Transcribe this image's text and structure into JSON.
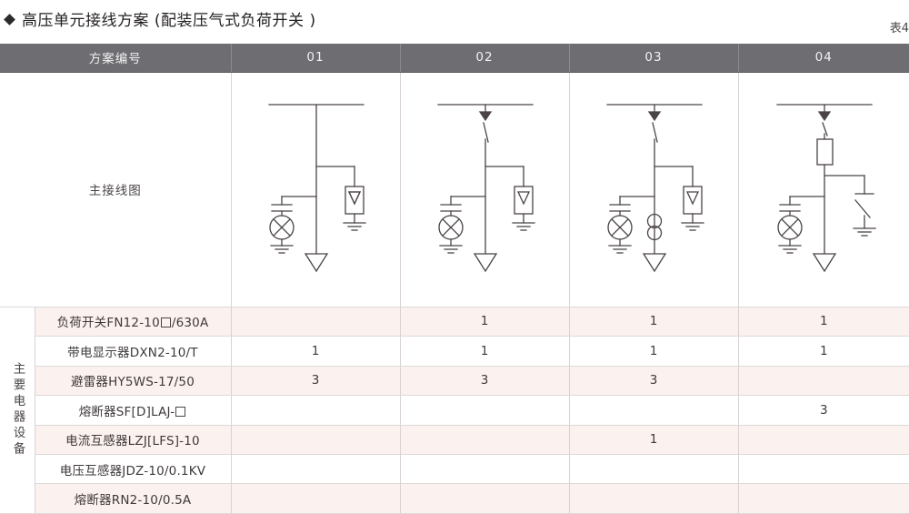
{
  "header": {
    "title": "高压单元接线方案 (配装压气式负荷开关 )",
    "table_number": "表4",
    "bullet_icon": "diamond-icon"
  },
  "table": {
    "scheme_label": "方案编号",
    "schemes": [
      "01",
      "02",
      "03",
      "04"
    ],
    "diagram_row_label": "主接线图",
    "equipment_group_label": "主要电器设备",
    "equipment": [
      {
        "name_prefix": "负荷开关FN12-10",
        "name_suffix": "/630A",
        "has_box": true,
        "qty": [
          "",
          "1",
          "1",
          "1"
        ]
      },
      {
        "name_prefix": "带电显示器DXN2-10/T",
        "name_suffix": "",
        "has_box": false,
        "qty": [
          "1",
          "1",
          "1",
          "1"
        ]
      },
      {
        "name_prefix": "避雷器HY5WS-17/50",
        "name_suffix": "",
        "has_box": false,
        "qty": [
          "3",
          "3",
          "3",
          ""
        ]
      },
      {
        "name_prefix": "熔断器SF[D]LAJ-",
        "name_suffix": "",
        "has_box": true,
        "qty": [
          "",
          "",
          "",
          "3"
        ]
      },
      {
        "name_prefix": "电流互感器LZJ[LFS]-10",
        "name_suffix": "",
        "has_box": false,
        "qty": [
          "",
          "",
          "1",
          ""
        ]
      },
      {
        "name_prefix": "电压互感器JDZ-10/0.1KV",
        "name_suffix": "",
        "has_box": false,
        "qty": [
          "",
          "",
          "",
          ""
        ]
      },
      {
        "name_prefix": "熔断器RN2-10/0.5A",
        "name_suffix": "",
        "has_box": false,
        "qty": [
          "",
          "",
          "",
          ""
        ]
      }
    ]
  },
  "diagrams": [
    {
      "scheme": "01",
      "name": "single-line-diagram-01",
      "symbols": [
        "busbar",
        "voltage-indicator",
        "surge-arrester",
        "cable-termination"
      ]
    },
    {
      "scheme": "02",
      "name": "single-line-diagram-02",
      "symbols": [
        "busbar",
        "load-break-switch",
        "voltage-indicator",
        "surge-arrester",
        "cable-termination"
      ]
    },
    {
      "scheme": "03",
      "name": "single-line-diagram-03",
      "symbols": [
        "busbar",
        "load-break-switch",
        "current-transformer",
        "voltage-indicator",
        "surge-arrester",
        "cable-termination"
      ]
    },
    {
      "scheme": "04",
      "name": "single-line-diagram-04",
      "symbols": [
        "busbar",
        "load-break-switch",
        "fuse",
        "voltage-indicator",
        "earthing-switch",
        "cable-termination"
      ]
    }
  ],
  "colors": {
    "header_gray": "#6d6d72",
    "row_pink": "#fbf1ef",
    "row_white": "#ffffff",
    "line": "#4a4544",
    "border": "#d8d3d2"
  }
}
